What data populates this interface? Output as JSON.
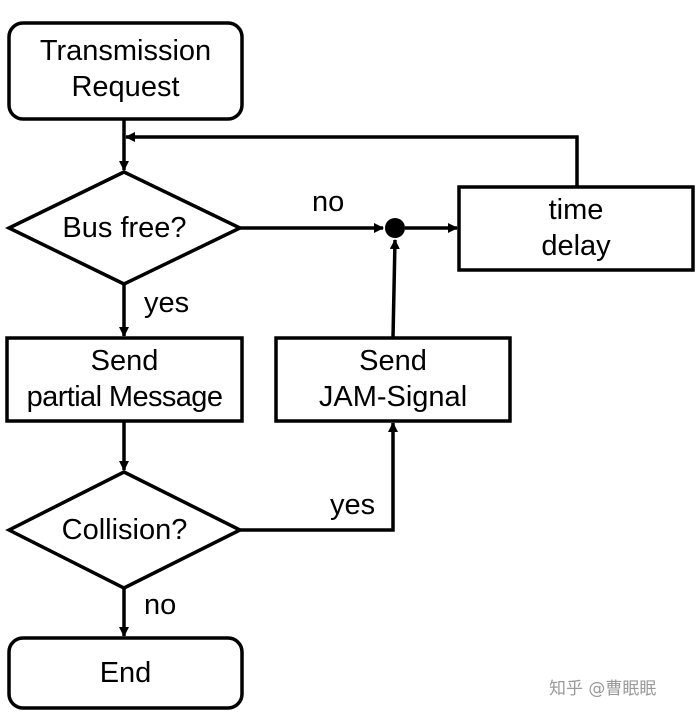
{
  "nodes": {
    "start": {
      "line1": "Transmission",
      "line2": "Request"
    },
    "bus_free": {
      "text": "Bus free?"
    },
    "time_delay": {
      "line1": "time",
      "line2": "delay"
    },
    "send_partial": {
      "line1": "Send",
      "line2": "partial Message"
    },
    "send_jam": {
      "line1": "Send",
      "line2": "JAM-Signal"
    },
    "collision": {
      "text": "Collision?"
    },
    "end": {
      "text": "End"
    }
  },
  "edges": {
    "bus_no": "no",
    "bus_yes": "yes",
    "collision_yes": "yes",
    "collision_no": "no"
  },
  "watermark": "知乎 @曹眠眠",
  "colors": {
    "stroke": "#000000",
    "background": "#ffffff",
    "watermark": "#9a9a9a"
  }
}
